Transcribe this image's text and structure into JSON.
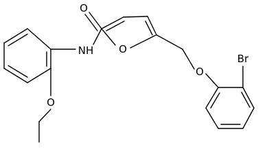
{
  "diagram": {
    "type": "chemical-structure",
    "atom_labels": {
      "carbonyl_oxygen": "O",
      "amide_nitrogen": "NH",
      "furan_oxygen": "O",
      "ether_oxygen": "O",
      "ethoxy_oxygen": "O",
      "bromine": "Br"
    }
  }
}
